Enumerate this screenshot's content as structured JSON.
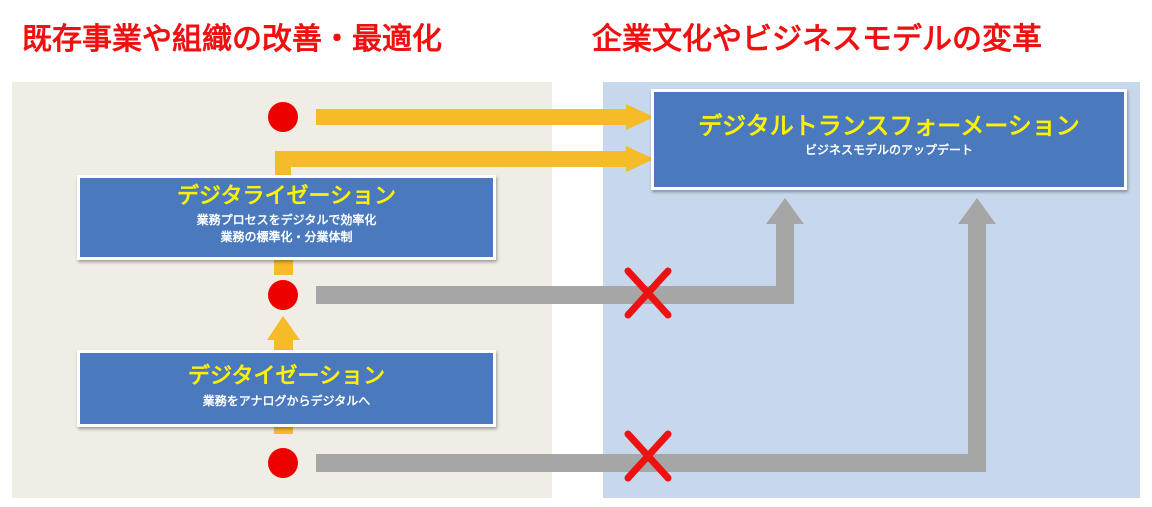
{
  "headings": {
    "left": "既存事業や組織の改善・最適化",
    "right": "企業文化やビジネスモデルの変革"
  },
  "boxes": {
    "digital_transformation": {
      "title": "デジタルトランスフォーメーション",
      "subtitle": "ビジネスモデルのアップデート"
    },
    "digitalization": {
      "title": "デジタライゼーション",
      "line1": "業務プロセスをデジタルで効率化",
      "line2": "業務の標準化・分業体制"
    },
    "digitization": {
      "title": "デジタイゼーション",
      "subtitle": "業務をアナログからデジタルへ"
    }
  },
  "colors": {
    "heading": "#ee1111",
    "left_panel": "#efede4",
    "right_panel": "#c7d8ec",
    "box_fill": "#4a79bd",
    "box_title": "#fff200",
    "arrow_success": "#f6bb29",
    "arrow_blocked": "#a6a6a6",
    "dot": "#ee0000",
    "cross": "#ee1111"
  }
}
